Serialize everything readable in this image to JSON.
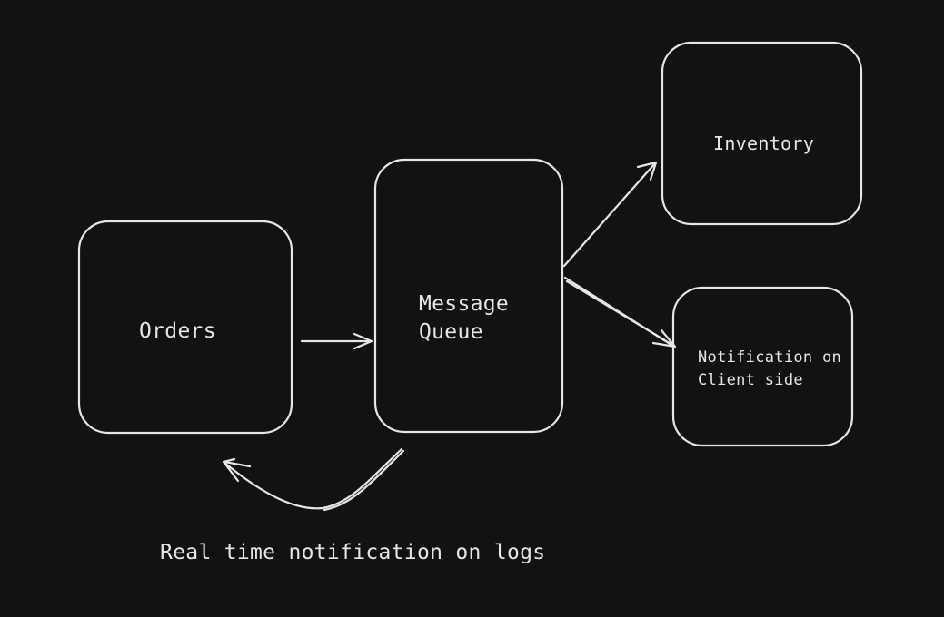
{
  "nodes": {
    "orders": {
      "label": "Orders"
    },
    "message_queue": {
      "line1": "Message",
      "line2": "Queue"
    },
    "inventory": {
      "label": "Inventory"
    },
    "notification": {
      "line1": "Notification on",
      "line2": "Client side"
    }
  },
  "annotations": {
    "realtime": "Real time notification on logs"
  },
  "colors": {
    "background": "#121212",
    "stroke": "#e6e6e6"
  }
}
